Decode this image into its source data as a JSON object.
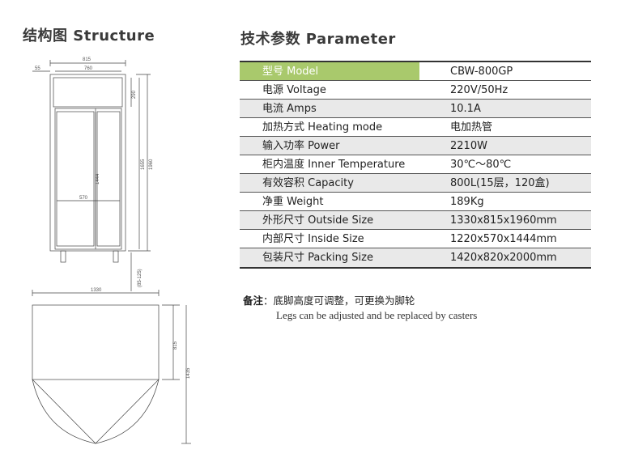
{
  "structure_title": "结构图 Structure",
  "parameter_title": "技术参数 Parameter",
  "params": [
    {
      "label": "型号 Model",
      "value": "CBW-800GP"
    },
    {
      "label": "电源 Voltage",
      "value": "220V/50Hz"
    },
    {
      "label": "电流 Amps",
      "value": "10.1A"
    },
    {
      "label": "加热方式 Heating mode",
      "value": "电加热管"
    },
    {
      "label": "输入功率 Power",
      "value": "2210W"
    },
    {
      "label": "柜内温度 Inner Temperature",
      "value": "30℃～80℃"
    },
    {
      "label": "有效容积 Capacity",
      "value": "800L(15层，120盒)"
    },
    {
      "label": "净重 Weight",
      "value": "189Kg"
    },
    {
      "label": "外形尺寸 Outside Size",
      "value": "1330x815x1960mm"
    },
    {
      "label": "内部尺寸 Inside Size",
      "value": "1220x570x1444mm"
    },
    {
      "label": "包装尺寸 Packing Size",
      "value": "1420x820x2000mm"
    }
  ],
  "note": {
    "prefix": "备注",
    "text_cn": "：底脚高度可调整，可更换为脚轮",
    "text_en": "Legs can be adjusted and be replaced by casters"
  },
  "dimensions": {
    "front_total_width": "815",
    "front_inner_width": "760",
    "front_left_offset": "55",
    "front_top_band": "290",
    "front_inner_height": "1444",
    "front_total_height": "1655",
    "front_overall_height": "1960",
    "front_door_width": "570",
    "front_leg_height": "(85-125)",
    "top_total_width": "1330",
    "top_depth": "815",
    "top_door_depth": "1435"
  }
}
